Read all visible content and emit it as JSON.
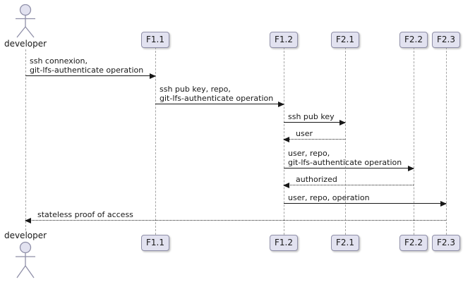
{
  "diagram": {
    "type": "uml-sequence-diagram",
    "actor": {
      "label": "developer"
    },
    "participants": [
      {
        "label": "F1.1"
      },
      {
        "label": "F1.2"
      },
      {
        "label": "F2.1"
      },
      {
        "label": "F2.2"
      },
      {
        "label": "F2.3"
      }
    ],
    "messages": [
      {
        "from": "developer",
        "to": "F1.1",
        "kind": "solid",
        "line1": "ssh connexion,",
        "line2": "git-lfs-authenticate operation"
      },
      {
        "from": "F1.1",
        "to": "F1.2",
        "kind": "solid",
        "line1": "ssh pub key, repo,",
        "line2": "git-lfs-authenticate operation"
      },
      {
        "from": "F1.2",
        "to": "F2.1",
        "kind": "solid",
        "line1": "ssh pub key"
      },
      {
        "from": "F2.1",
        "to": "F1.2",
        "kind": "return",
        "line1": "user"
      },
      {
        "from": "F1.2",
        "to": "F2.2",
        "kind": "solid",
        "line1": "user, repo,",
        "line2": "git-lfs-authenticate operation"
      },
      {
        "from": "F2.2",
        "to": "F1.2",
        "kind": "return",
        "line1": "authorized"
      },
      {
        "from": "F1.2",
        "to": "F2.3",
        "kind": "solid",
        "line1": "user, repo, operation"
      },
      {
        "from": "F2.3",
        "to": "developer",
        "kind": "return",
        "line1": "stateless proof of access"
      }
    ],
    "colors": {
      "participant_fill": "#e2e2f0",
      "participant_border": "#8f8fa8",
      "lifeline": "#a5a5a5",
      "arrow": "#181818",
      "text": "#181818",
      "background": "#ffffff"
    }
  }
}
